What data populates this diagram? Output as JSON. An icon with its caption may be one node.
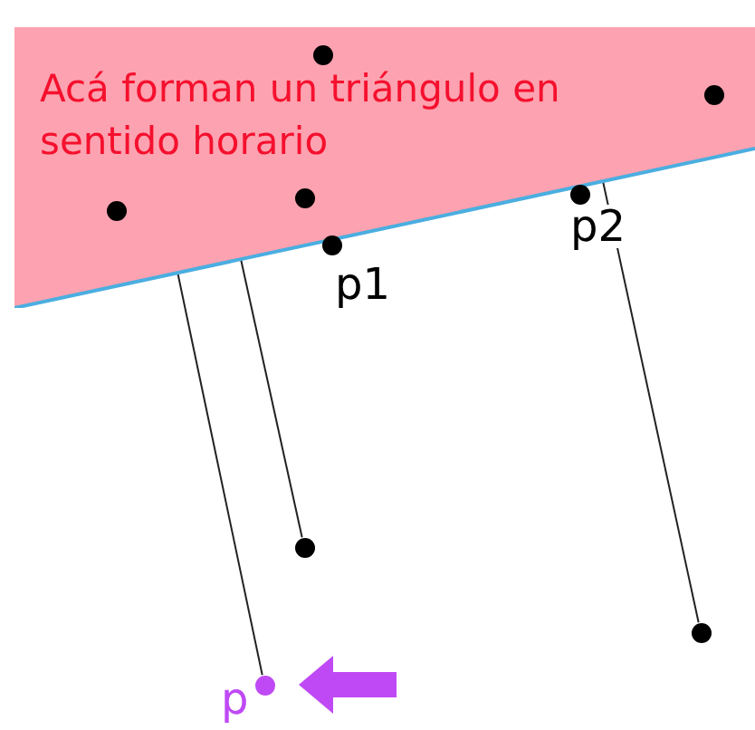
{
  "diagram": {
    "nodes": [
      {
        "text": [
          "Acá forman un triángulo en sentido horario"
        ]
      },
      {
        "text": [],
        "shape": "circle",
        "in": 0
      },
      {
        "text": [],
        "shape": "circle",
        "in": 0
      },
      {
        "text": [],
        "shape": "circle",
        "in": 0
      },
      {
        "text": [],
        "shape": "circle",
        "in": 0
      },
      {
        "text": [],
        "shape": "circle",
        "beside": [
          "p2"
        ]
      },
      {
        "text": [],
        "shape": "circle",
        "beside": [
          "p1"
        ]
      },
      {
        "text": [],
        "shape": "circle"
      },
      {
        "text": [],
        "shape": "circle"
      },
      {
        "text": [],
        "shape": "circle",
        "beside": [
          "p"
        ]
      }
    ],
    "edges": [
      {
        "from": 0,
        "to": 9,
        "arrow": "none"
      },
      {
        "from": 0,
        "to": 7,
        "arrow": "none"
      },
      {
        "from": 0,
        "to": 8,
        "arrow": "none"
      }
    ]
  }
}
